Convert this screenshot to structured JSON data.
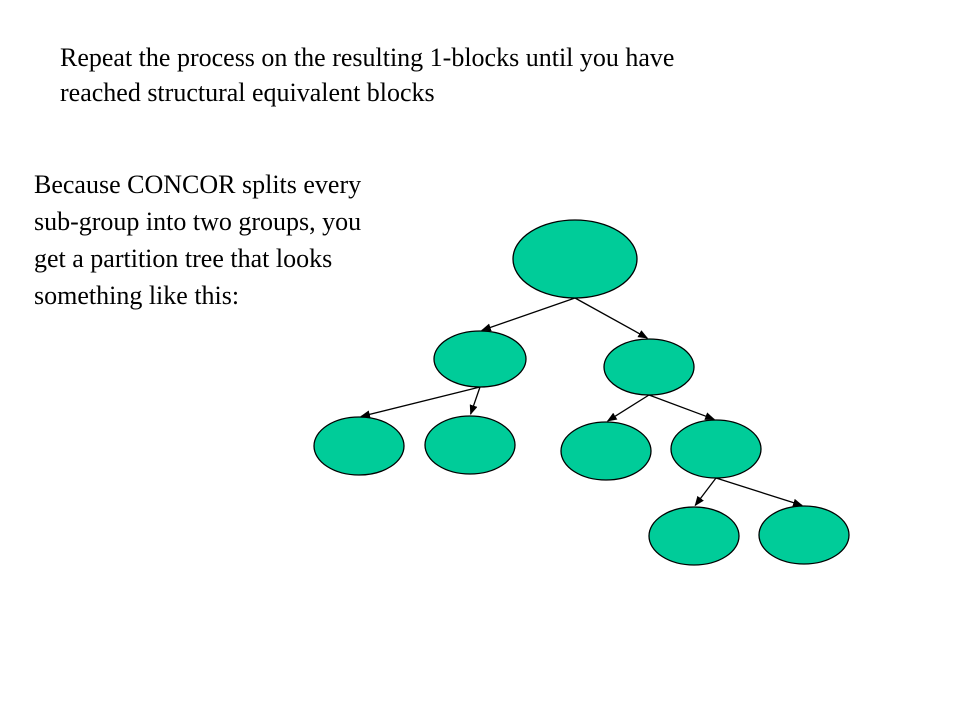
{
  "slide": {
    "heading_lines": [
      "Repeat the process on the resulting 1-blocks until you have",
      "reached structural equivalent blocks"
    ],
    "body_lines": [
      "Because CONCOR splits every",
      "sub-group  into two groups,  you",
      "get a partition tree that looks",
      "something  like this:"
    ]
  },
  "tree": {
    "node_fill": "#00cc99",
    "node_stroke": "#000000",
    "edge_color": "#000000",
    "nodes": [
      {
        "id": "root"
      },
      {
        "id": "left",
        "parent": "root"
      },
      {
        "id": "right",
        "parent": "root"
      },
      {
        "id": "left-left",
        "parent": "left"
      },
      {
        "id": "left-right",
        "parent": "left"
      },
      {
        "id": "right-left",
        "parent": "right"
      },
      {
        "id": "right-right",
        "parent": "right"
      },
      {
        "id": "right-right-left",
        "parent": "right-right"
      },
      {
        "id": "right-right-right",
        "parent": "right-right"
      }
    ]
  }
}
